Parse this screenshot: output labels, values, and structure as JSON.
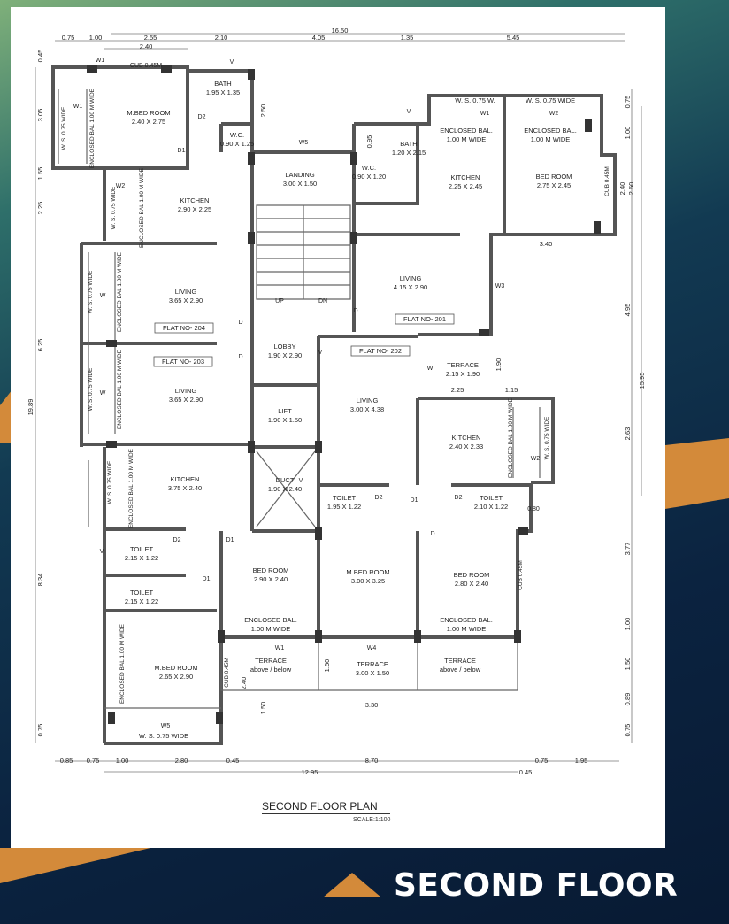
{
  "title": "SECOND FLOOR PLAN",
  "scale": "SCALE:1:100",
  "banner": "SECOND FLOOR",
  "colors": {
    "accent": "#d38a3a",
    "background": "#0b2340",
    "wall": "#555555"
  },
  "rooms": [
    {
      "name": "M.BED ROOM",
      "size": "2.40 X 2.75"
    },
    {
      "name": "BATH",
      "size": "1.95 X 1.35"
    },
    {
      "name": "W.C.",
      "size": "0.90 X 1.25"
    },
    {
      "name": "KITCHEN",
      "size": "2.90 X 2.25"
    },
    {
      "name": "LIVING",
      "size": "3.65 X 2.90"
    },
    {
      "name": "LANDING",
      "size": "3.00 X 1.50"
    },
    {
      "name": "LOBBY",
      "size": "1.90 X 2.90"
    },
    {
      "name": "LIFT",
      "size": "1.90 X 1.50"
    },
    {
      "name": "DUCT",
      "size": "1.90 X 2.40"
    },
    {
      "name": "LIVING",
      "size": "3.65 X 2.90"
    },
    {
      "name": "KITCHEN",
      "size": "3.75 X 2.40"
    },
    {
      "name": "TOILET",
      "size": "2.15 X 1.22"
    },
    {
      "name": "TOILET",
      "size": "2.15 X 1.22"
    },
    {
      "name": "M.BED ROOM",
      "size": "2.65 X 2.90"
    },
    {
      "name": "BED ROOM",
      "size": "2.90 X 2.40"
    },
    {
      "name": "ENCLOSED BAL.",
      "size": "1.00 M WIDE"
    },
    {
      "name": "TERRACE",
      "size": "above / below"
    },
    {
      "name": "M.BED ROOM",
      "size": "3.00 X 3.25"
    },
    {
      "name": "TERRACE",
      "size": "3.00 X 1.50"
    },
    {
      "name": "TOILET",
      "size": "1.95 X 1.22"
    },
    {
      "name": "LIVING",
      "size": "3.00 X 4.38"
    },
    {
      "name": "TERRACE",
      "size": "2.15 X 1.90"
    },
    {
      "name": "KITCHEN",
      "size": "2.40 X 2.33"
    },
    {
      "name": "TOILET",
      "size": "2.10 X 1.22"
    },
    {
      "name": "BED ROOM",
      "size": "2.80 X 2.40"
    },
    {
      "name": "ENCLOSED BAL.",
      "size": "1.00 M WIDE"
    },
    {
      "name": "TERRACE",
      "size": "above / below"
    },
    {
      "name": "LIVING",
      "size": "4.15 X 2.90"
    },
    {
      "name": "KITCHEN",
      "size": "2.25 X 2.45"
    },
    {
      "name": "BATH",
      "size": "1.20 X 2.15"
    },
    {
      "name": "W.C.",
      "size": "0.90 X 1.20"
    },
    {
      "name": "BED ROOM",
      "size": "2.75 X 2.45"
    },
    {
      "name": "ENCLOSED BAL.",
      "size": "1.00 M WIDE"
    },
    {
      "name": "ENCLOSED BAL.",
      "size": "1.00 M WIDE"
    },
    {
      "name": "W. S. 0.75 W.",
      "size": ""
    },
    {
      "name": "W. S. 0.75 WIDE",
      "size": ""
    },
    {
      "name": "W. S. 0.75 WIDE",
      "size": ""
    }
  ],
  "vertical_labels": [
    "ENCLOSED BAL 1.00 M WIDE",
    "W. S. 0.75 WIDE",
    "ENCLOSED BAL 1.00 M WIDE",
    "W. S. 0.75 WIDE",
    "ENCLOSED BAL 1.00 M WIDE",
    "W. S. 0.75 WIDE",
    "ENCLOSED BAL 1.00 M WIDE",
    "W. S. 0.75 WIDE",
    "ENCLOSED BAL 1.00 M WIDE",
    "W. S. 0.75 WIDE",
    "ENCLOSED BAL 1.00 M WIDE",
    "CUB 0.45M",
    "CUB 0.45M",
    "CUB 0.45M",
    "ENCLOSED BAL 1.00 M WIDE",
    "W. S. 0.75 WIDE"
  ],
  "flats": [
    "FLAT NO- 204",
    "FLAT NO- 203",
    "FLAT NO- 202",
    "FLAT NO- 201"
  ],
  "tags": [
    "CUB 0.45M",
    "UP",
    "DN",
    "W1",
    "W2",
    "W5",
    "W3",
    "W4",
    "W1",
    "W5",
    "W1",
    "W2",
    "W",
    "W",
    "W",
    "D1",
    "D2",
    "D1",
    "D2",
    "D1",
    "D2",
    "D1",
    "D2",
    "D",
    "D",
    "D",
    "D",
    "V",
    "V",
    "V",
    "V",
    "V",
    "0.80",
    "W1",
    "W2"
  ],
  "dimensions": {
    "top": [
      "0.75",
      "1.00",
      "2.55",
      "2.10",
      "4.05",
      "1.35",
      "5.45"
    ],
    "top_total": "16.50",
    "top_sub": "2.40",
    "left": [
      "0.45",
      "3.05",
      "1.55",
      "2.25",
      "6.25",
      "8.34",
      "0.75"
    ],
    "left_total": "19.89",
    "right": [
      "0.75",
      "1.00",
      "2.40",
      "2.60",
      "4.95",
      "2.63",
      "3.77",
      "1.00",
      "1.50",
      "0.89",
      "0.75"
    ],
    "right_total": "15.95",
    "bottom": [
      "0.85",
      "0.75",
      "1.00",
      "2.80",
      "0.45",
      "8.70",
      "0.75",
      "1.95"
    ],
    "bottom_total": "12.95",
    "bottom_sub": "0.45",
    "internal": [
      "2.50",
      "0.95",
      "3.40",
      "2.25",
      "1.15",
      "1.90",
      "3.30",
      "1.50",
      "2.40",
      "1.50"
    ]
  }
}
